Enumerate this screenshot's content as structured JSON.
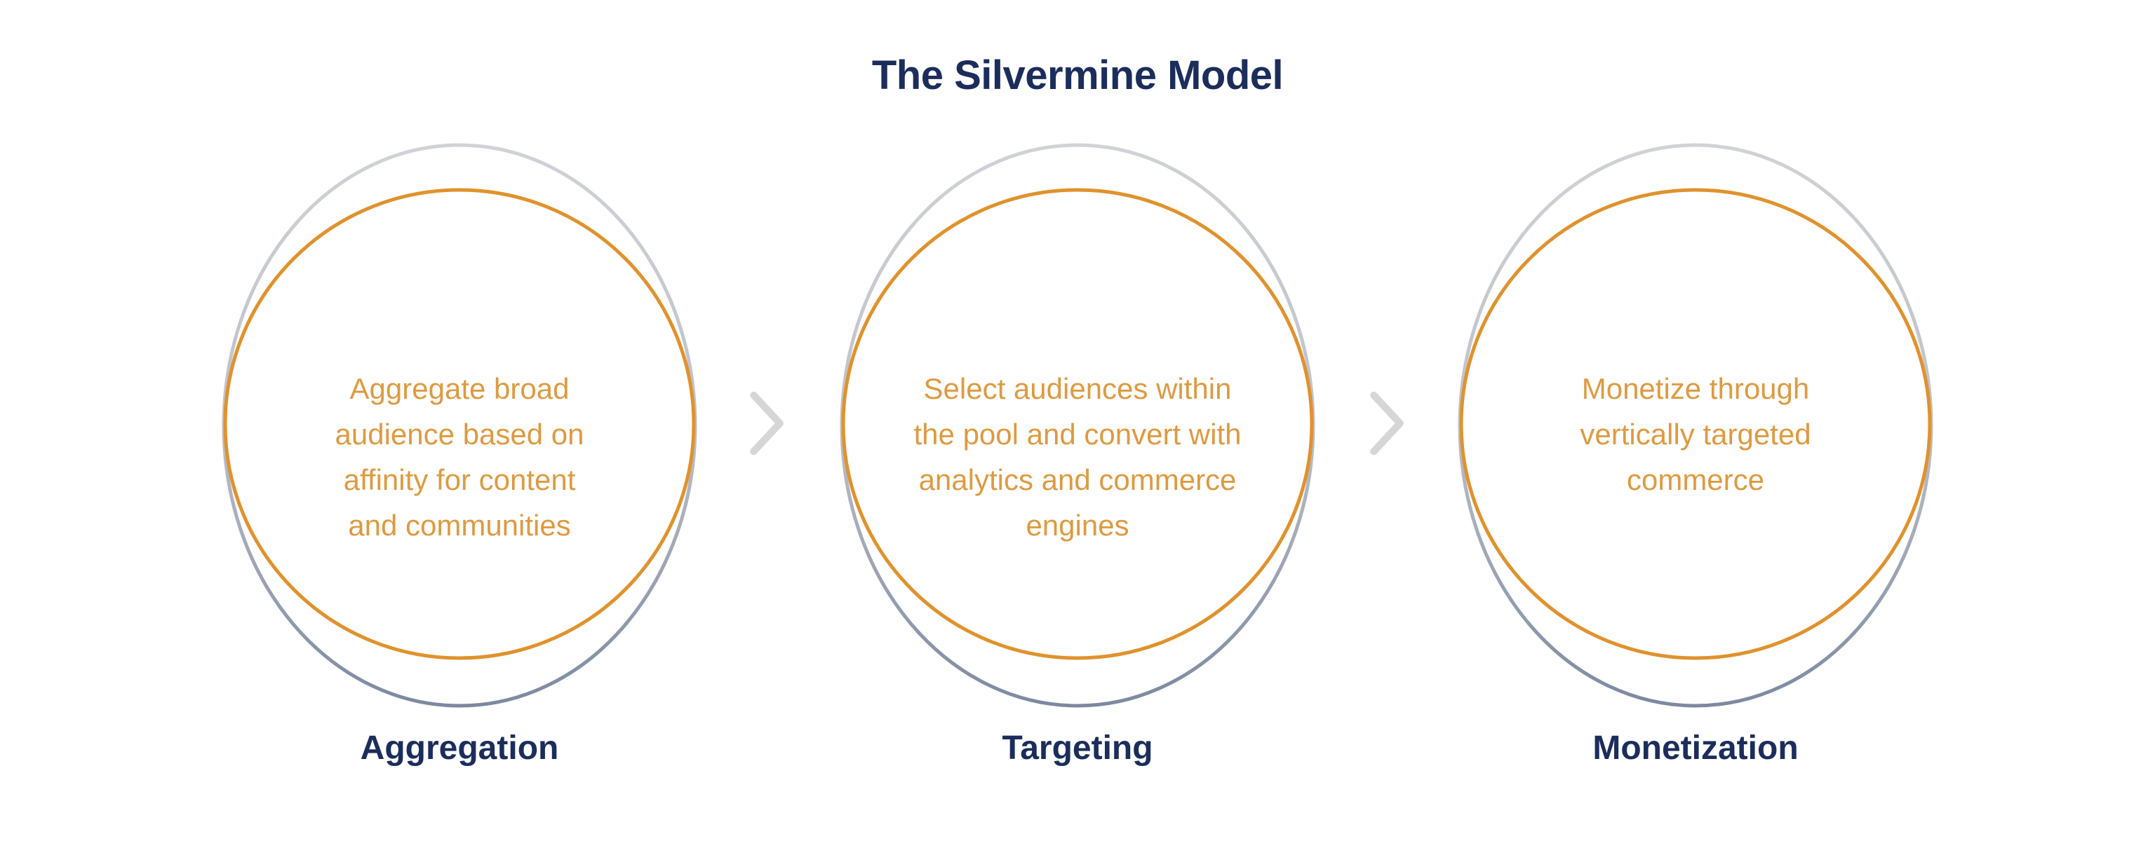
{
  "title": "The Silvermine Model",
  "stages": [
    {
      "circle_text": "Aggregate broad\naudience based on\naffinity for content\nand communities",
      "label": "Aggregation"
    },
    {
      "circle_text": "Select audiences within\nthe pool and convert with\nanalytics and commerce\nengines",
      "label": "Targeting"
    },
    {
      "circle_text": "Monetize through\nvertically targeted\ncommerce",
      "label": "Monetization"
    }
  ],
  "colors": {
    "background": "#FFFFFF",
    "title_navy": "#1B2D5B",
    "circle_orange": "#E0922D",
    "text_orange": "#DE9A40",
    "ring_gradient_top": "#D0D2D7",
    "ring_gradient_bottom": "#7D89A0",
    "chevron_gray": "#D6D6D6"
  },
  "icons": {
    "separator": "chevron-right-icon"
  }
}
